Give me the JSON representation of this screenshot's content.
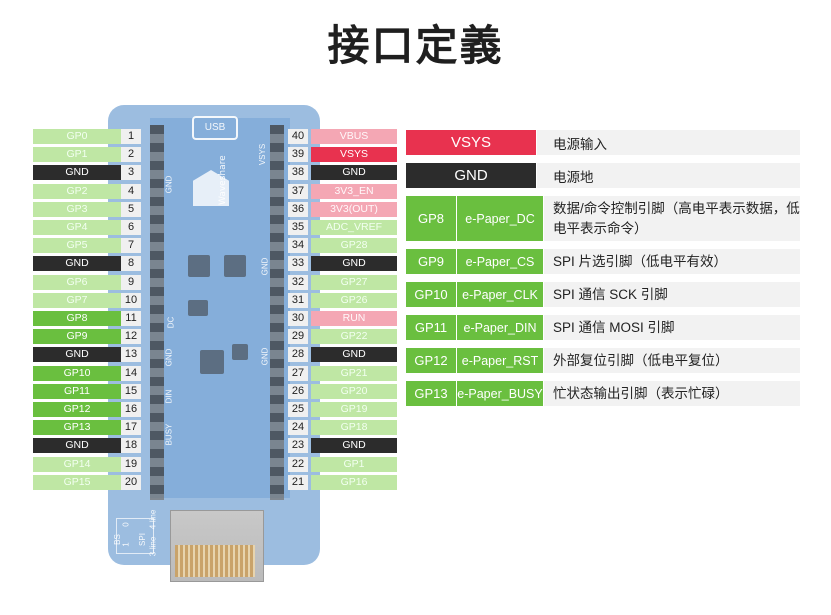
{
  "title": "接口定義",
  "board": {
    "usb_label": "USB",
    "brand": "Waveshare",
    "silk_left": [
      "GND",
      "DC",
      "GND",
      "DIN",
      "BUSY"
    ],
    "silk_right": [
      "VSYS",
      "GND",
      "GND"
    ],
    "bs_labels": [
      "BS",
      "0",
      "1",
      "SPI",
      "4-line",
      "3-line"
    ]
  },
  "left_pins": [
    {
      "num": "1",
      "label": "GP0",
      "type": "gp"
    },
    {
      "num": "2",
      "label": "GP1",
      "type": "gp"
    },
    {
      "num": "3",
      "label": "GND",
      "type": "gnd"
    },
    {
      "num": "4",
      "label": "GP2",
      "type": "gp"
    },
    {
      "num": "5",
      "label": "GP3",
      "type": "gp"
    },
    {
      "num": "6",
      "label": "GP4",
      "type": "gp"
    },
    {
      "num": "7",
      "label": "GP5",
      "type": "gp"
    },
    {
      "num": "8",
      "label": "GND",
      "type": "gnd"
    },
    {
      "num": "9",
      "label": "GP6",
      "type": "gp"
    },
    {
      "num": "10",
      "label": "GP7",
      "type": "gp"
    },
    {
      "num": "11",
      "label": "GP8",
      "type": "gpa"
    },
    {
      "num": "12",
      "label": "GP9",
      "type": "gpa"
    },
    {
      "num": "13",
      "label": "GND",
      "type": "gnd"
    },
    {
      "num": "14",
      "label": "GP10",
      "type": "gpa"
    },
    {
      "num": "15",
      "label": "GP11",
      "type": "gpa"
    },
    {
      "num": "16",
      "label": "GP12",
      "type": "gpa"
    },
    {
      "num": "17",
      "label": "GP13",
      "type": "gpa"
    },
    {
      "num": "18",
      "label": "GND",
      "type": "gnd"
    },
    {
      "num": "19",
      "label": "GP14",
      "type": "gp"
    },
    {
      "num": "20",
      "label": "GP15",
      "type": "gp"
    }
  ],
  "right_pins": [
    {
      "num": "40",
      "label": "VBUS",
      "type": "pwr"
    },
    {
      "num": "39",
      "label": "VSYS",
      "type": "pwra"
    },
    {
      "num": "38",
      "label": "GND",
      "type": "gnd"
    },
    {
      "num": "37",
      "label": "3V3_EN",
      "type": "pwr"
    },
    {
      "num": "36",
      "label": "3V3(OUT)",
      "type": "pwr"
    },
    {
      "num": "35",
      "label": "ADC_VREF",
      "type": "gp"
    },
    {
      "num": "34",
      "label": "GP28",
      "type": "gp"
    },
    {
      "num": "33",
      "label": "GND",
      "type": "gnd"
    },
    {
      "num": "32",
      "label": "GP27",
      "type": "gp"
    },
    {
      "num": "31",
      "label": "GP26",
      "type": "gp"
    },
    {
      "num": "30",
      "label": "RUN",
      "type": "pwr"
    },
    {
      "num": "29",
      "label": "GP22",
      "type": "gp"
    },
    {
      "num": "28",
      "label": "GND",
      "type": "gnd"
    },
    {
      "num": "27",
      "label": "GP21",
      "type": "gp"
    },
    {
      "num": "26",
      "label": "GP20",
      "type": "gp"
    },
    {
      "num": "25",
      "label": "GP19",
      "type": "gp"
    },
    {
      "num": "24",
      "label": "GP18",
      "type": "gp"
    },
    {
      "num": "23",
      "label": "GND",
      "type": "gnd"
    },
    {
      "num": "22",
      "label": "GP1",
      "type": "gp"
    },
    {
      "num": "21",
      "label": "GP16",
      "type": "gp"
    }
  ],
  "table": [
    {
      "name": "VSYS",
      "desc": "电源输入",
      "color": "#e8324f"
    },
    {
      "name": "GND",
      "desc": "电源地",
      "color": "#2c2c2c"
    },
    {
      "gp": "GP8",
      "func": "e-Paper_DC",
      "desc": "数据/命令控制引脚（高电平表示数据，低电平表示命令）"
    },
    {
      "gp": "GP9",
      "func": "e-Paper_CS",
      "desc": "SPI 片选引脚（低电平有效）"
    },
    {
      "gp": "GP10",
      "func": "e-Paper_CLK",
      "desc": "SPI 通信 SCK 引脚"
    },
    {
      "gp": "GP11",
      "func": "e-Paper_DIN",
      "desc": "SPI 通信 MOSI 引脚"
    },
    {
      "gp": "GP12",
      "func": "e-Paper_RST",
      "desc": "外部复位引脚（低电平复位）"
    },
    {
      "gp": "GP13",
      "func": "e-Paper_BUSY",
      "desc": "忙状态输出引脚（表示忙碌）"
    }
  ],
  "colors": {
    "active_green": "#6abf3f",
    "light_green": "#bfe7a4",
    "gnd": "#2c2c2c",
    "power": "#e8324f",
    "power_light": "#f4a7b4"
  }
}
